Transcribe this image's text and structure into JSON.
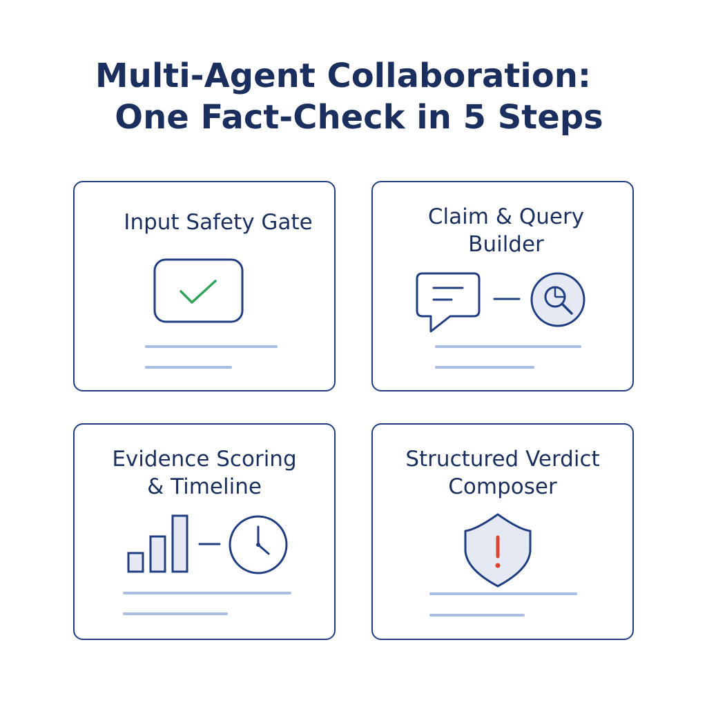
{
  "title": {
    "line1": "Multi-Agent Collaboration:",
    "line2": "One Fact-Check in 5 Steps"
  },
  "colors": {
    "navy": "#1f3d80",
    "text": "#1b2f5e",
    "check_green": "#2fa35a",
    "alert_red": "#e0452b",
    "accent_line": "#a9bde3",
    "icon_fill": "#e4e9f3"
  },
  "steps": [
    {
      "title": "Input Safety Gate",
      "icon": "checkmark-box-icon"
    },
    {
      "title": "Claim & Query\nBuilder",
      "icon": "chat-bubble-icon,search-icon"
    },
    {
      "title": "Evidence Scoring\n& Timeline",
      "icon": "bar-chart-icon,clock-icon"
    },
    {
      "title": "Structured Verdict\nComposer",
      "icon": "shield-alert-icon"
    }
  ]
}
